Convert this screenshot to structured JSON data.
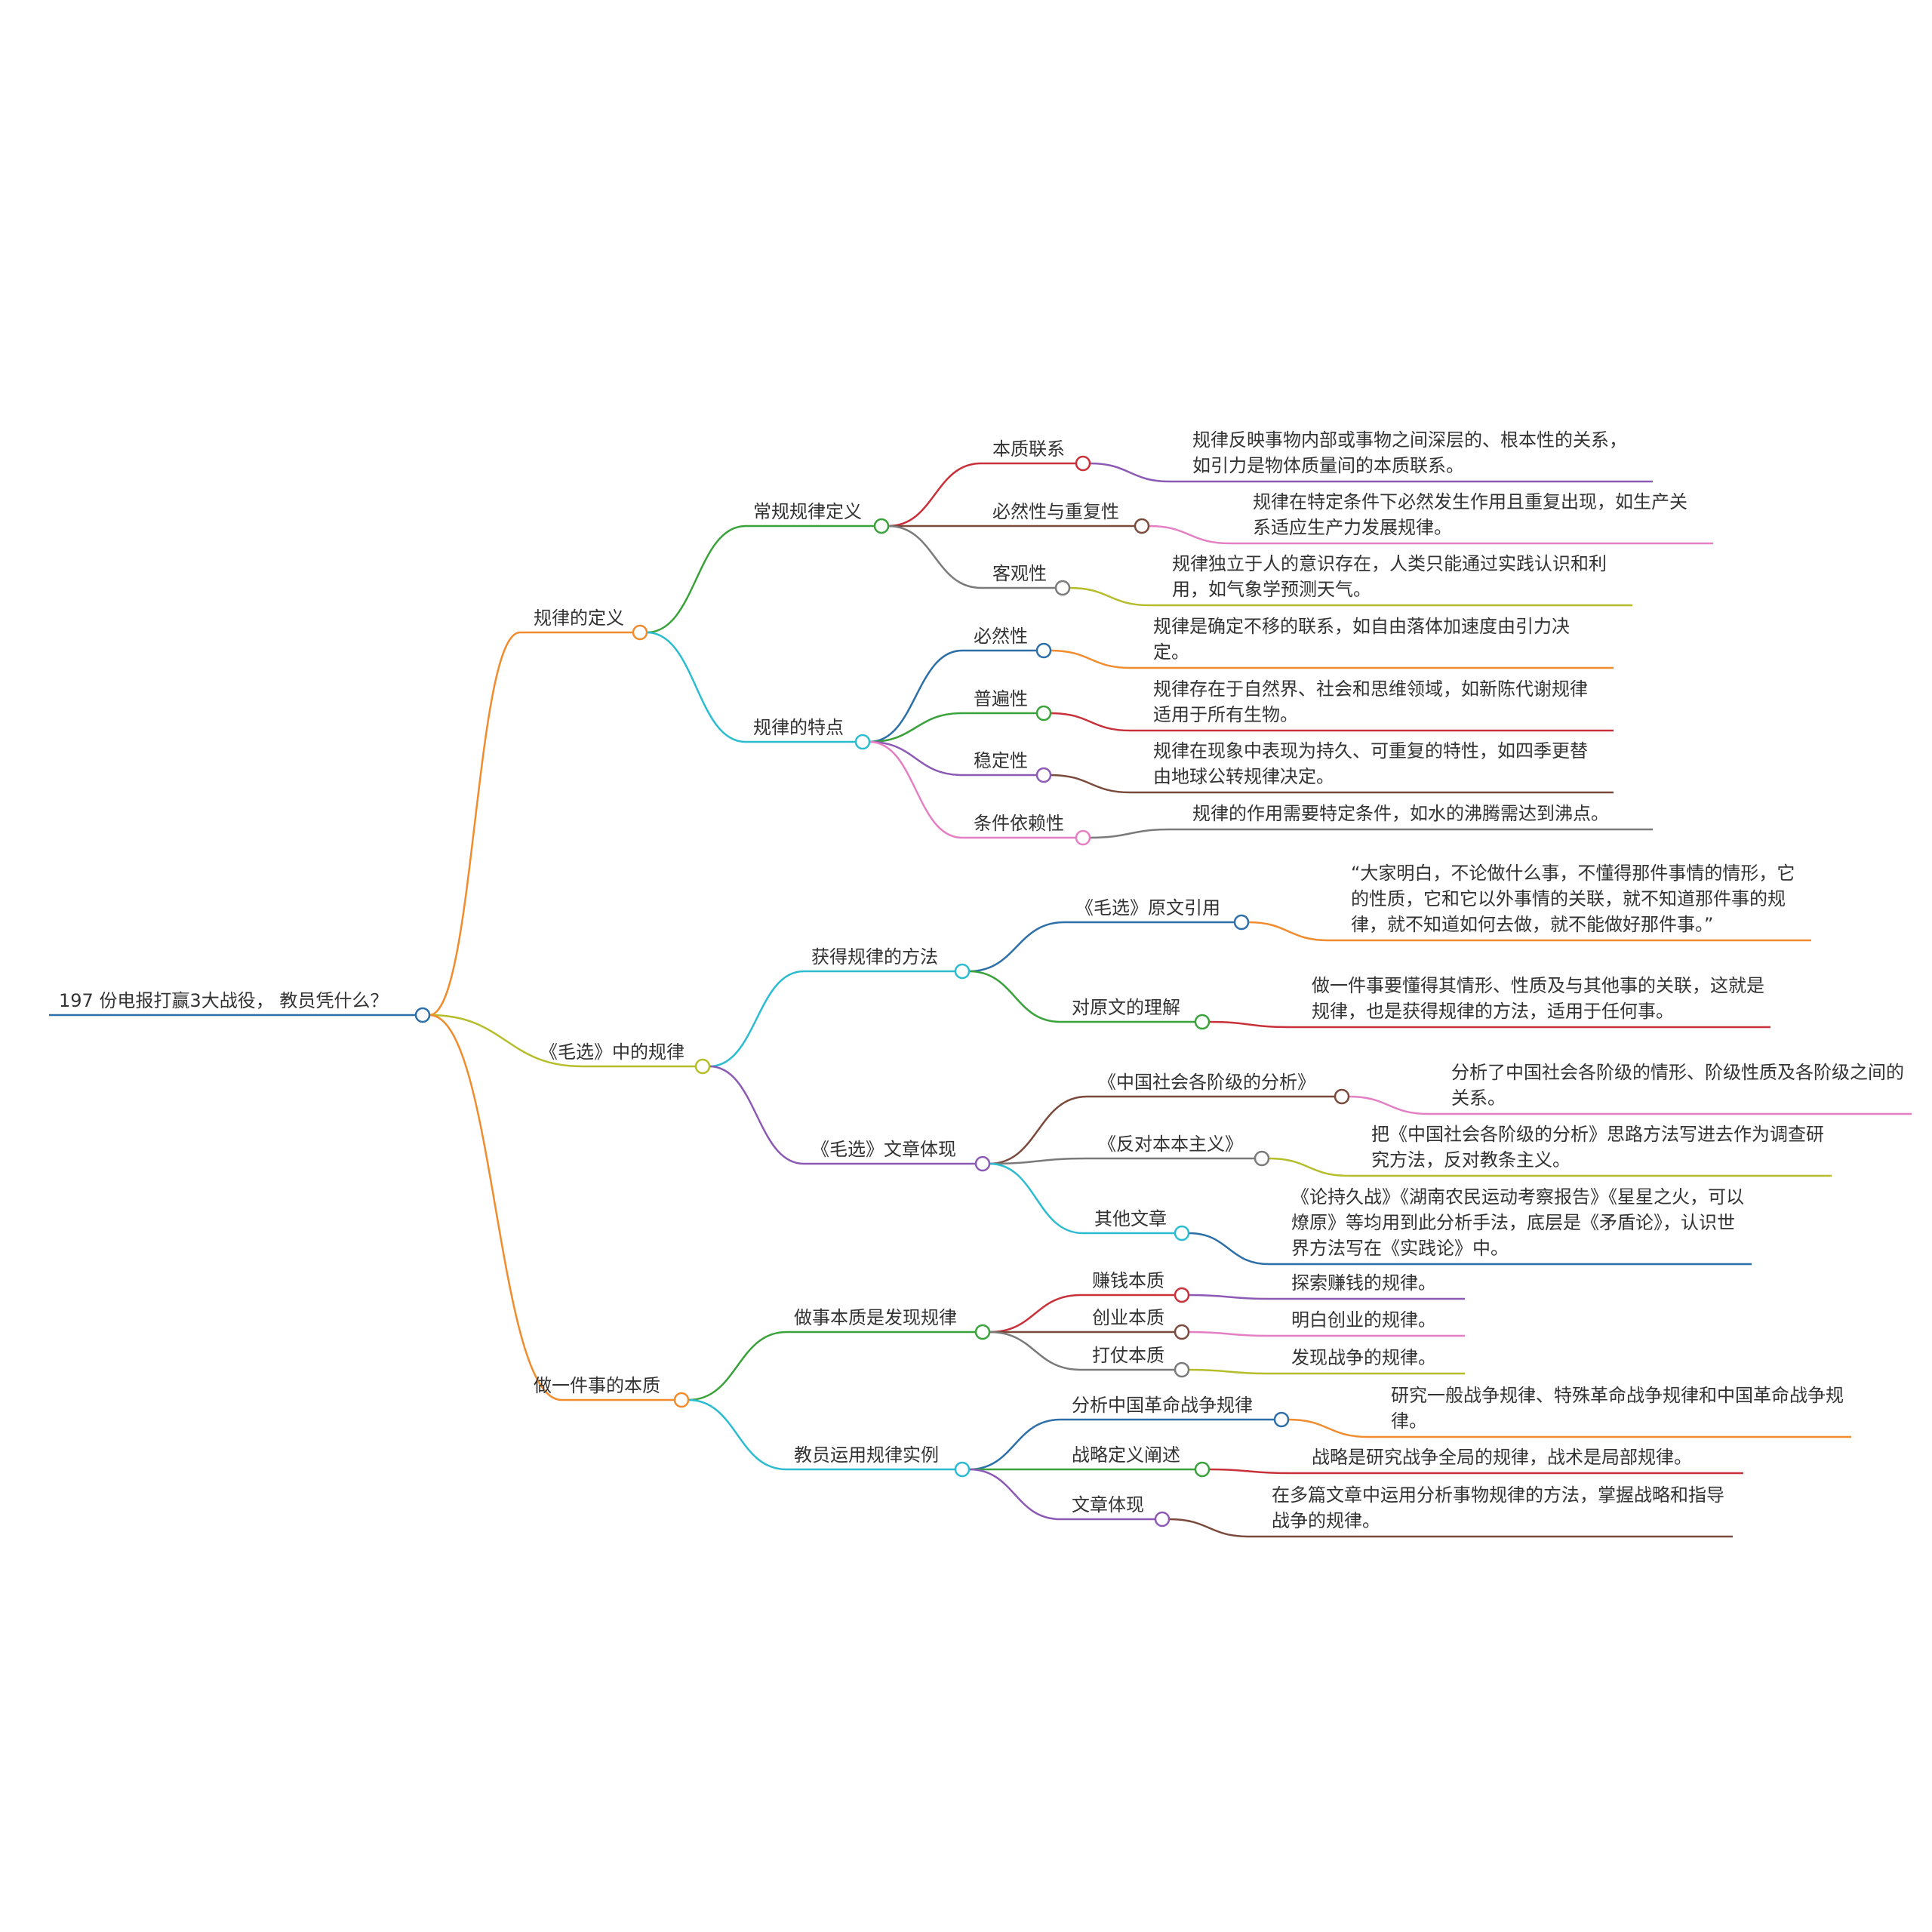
{
  "colors": {
    "orange": "#f08c2e",
    "cyan": "#2bbcd0",
    "olive": "#b5bd2a",
    "green": "#3aa23a",
    "blue": "#2d6fa8",
    "purple": "#8c5ab5",
    "red": "#c8303a",
    "brown": "#7a4a3c",
    "gray": "#7a7a7a",
    "pink": "#e47fc4",
    "text": "#333333"
  },
  "root": {
    "label": "197 份电报打赢3大战役， 教员凭什么？",
    "children": [
      {
        "label": "规律的定义",
        "children": [
          {
            "label": "常规规律定义",
            "children": [
              {
                "label": "本质联系",
                "children": [
                  {
                    "label": "规律反映事物内部或事物之间深层的、根本性的关系，如引力是物体质量间的本质联系。"
                  }
                ]
              },
              {
                "label": "必然性与重复性",
                "children": [
                  {
                    "label": "规律在特定条件下必然发生作用且重复出现，如生产关系适应生产力发展规律。"
                  }
                ]
              },
              {
                "label": "客观性",
                "children": [
                  {
                    "label": "规律独立于人的意识存在，人类只能通过实践认识和利用，如气象学预测天气。"
                  }
                ]
              }
            ]
          },
          {
            "label": "规律的特点",
            "children": [
              {
                "label": "必然性",
                "children": [
                  {
                    "label": "规律是确定不移的联系，如自由落体加速度由引力决定。"
                  }
                ]
              },
              {
                "label": "普遍性",
                "children": [
                  {
                    "label": "规律存在于自然界、社会和思维领域，如新陈代谢规律适用于所有生物。"
                  }
                ]
              },
              {
                "label": "稳定性",
                "children": [
                  {
                    "label": "规律在现象中表现为持久、可重复的特性，如四季更替由地球公转规律决定。"
                  }
                ]
              },
              {
                "label": "条件依赖性",
                "children": [
                  {
                    "label": "规律的作用需要特定条件，如水的沸腾需达到沸点。"
                  }
                ]
              }
            ]
          }
        ]
      },
      {
        "label": "《毛选》中的规律",
        "children": [
          {
            "label": "获得规律的方法",
            "children": [
              {
                "label": "《毛选》原文引用",
                "children": [
                  {
                    "label": "“大家明白，不论做什么事，不懂得那件事情的情形，它的性质，它和它以外事情的关联，就不知道那件事的规律，就不知道如何去做，就不能做好那件事。”"
                  }
                ]
              },
              {
                "label": "对原文的理解",
                "children": [
                  {
                    "label": "做一件事要懂得其情形、性质及与其他事的关联，这就是规律，也是获得规律的方法，适用于任何事。"
                  }
                ]
              }
            ]
          },
          {
            "label": "《毛选》文章体现",
            "children": [
              {
                "label": "《中国社会各阶级的分析》",
                "children": [
                  {
                    "label": "分析了中国社会各阶级的情形、阶级性质及各阶级之间的关系。"
                  }
                ]
              },
              {
                "label": "《反对本本主义》",
                "children": [
                  {
                    "label": "把《中国社会各阶级的分析》思路方法写进去作为调查研究方法，反对教条主义。"
                  }
                ]
              },
              {
                "label": "其他文章",
                "children": [
                  {
                    "label": "《论持久战》《湖南农民运动考察报告》《星星之火，可以燎原》等均用到此分析手法，底层是《矛盾论》，认识世界方法写在《实践论》中。"
                  }
                ]
              }
            ]
          }
        ]
      },
      {
        "label": "做一件事的本质",
        "children": [
          {
            "label": "做事本质是发现规律",
            "children": [
              {
                "label": "赚钱本质",
                "children": [
                  {
                    "label": "探索赚钱的规律。"
                  }
                ]
              },
              {
                "label": "创业本质",
                "children": [
                  {
                    "label": "明白创业的规律。"
                  }
                ]
              },
              {
                "label": "打仗本质",
                "children": [
                  {
                    "label": "发现战争的规律。"
                  }
                ]
              }
            ]
          },
          {
            "label": "教员运用规律实例",
            "children": [
              {
                "label": "分析中国革命战争规律",
                "children": [
                  {
                    "label": "研究一般战争规律、特殊革命战争规律和中国革命战争规律。"
                  }
                ]
              },
              {
                "label": "战略定义阐述",
                "children": [
                  {
                    "label": "战略是研究战争全局的规律，战术是局部规律。"
                  }
                ]
              },
              {
                "label": "文章体现",
                "children": [
                  {
                    "label": "在多篇文章中运用分析事物规律的方法，掌握战略和指导战争的规律。"
                  }
                ]
              }
            ]
          }
        ]
      }
    ]
  }
}
